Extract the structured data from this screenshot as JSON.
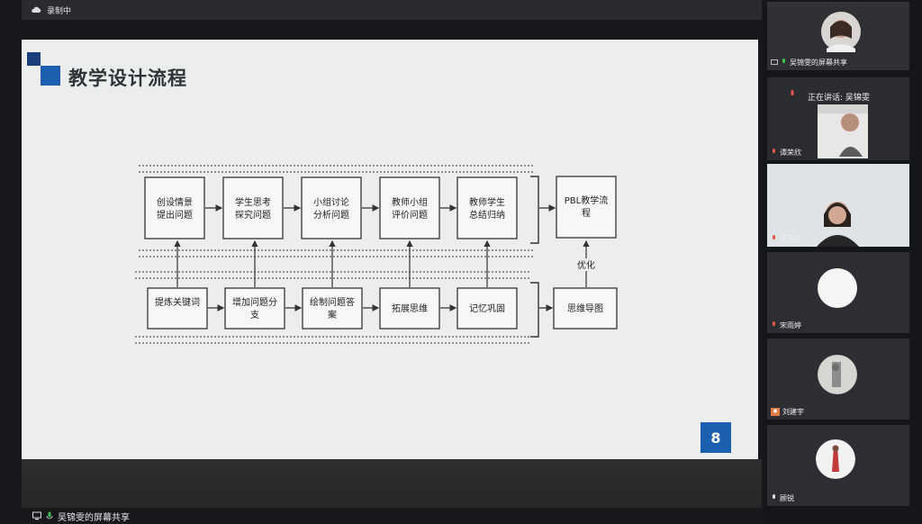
{
  "recording": {
    "label": "录制中"
  },
  "slide": {
    "title": "教学设计流程",
    "page_number": "8",
    "diagram": {
      "top_row": [
        {
          "line1": "创设情景",
          "line2": "提出问题"
        },
        {
          "line1": "学生思考",
          "line2": "探究问题"
        },
        {
          "line1": "小组讨论",
          "line2": "分析问题"
        },
        {
          "line1": "教师小组",
          "line2": "评价问题"
        },
        {
          "line1": "教师学生",
          "line2": "总结归纳"
        }
      ],
      "top_result": {
        "line1": "PBL教学流",
        "line2": "程"
      },
      "bottom_row": [
        {
          "line1": "提炼关键词",
          "line2": ""
        },
        {
          "line1": "增加问题分",
          "line2": "支"
        },
        {
          "line1": "绘制问题答",
          "line2": "案"
        },
        {
          "line1": "拓展思维",
          "line2": ""
        },
        {
          "line1": "记忆巩固",
          "line2": ""
        }
      ],
      "bottom_result": {
        "line1": "思维导图",
        "line2": ""
      },
      "optimize_label": "优化"
    }
  },
  "share": {
    "label": "吴锦雯的屏幕共享"
  },
  "participants": [
    {
      "name": "吴锦雯的屏幕共享",
      "type": "camera"
    },
    {
      "name": "谭荣欣",
      "type": "camera",
      "speaking_text": "正在讲话: 吴锦雯"
    },
    {
      "name": "任玉兰",
      "type": "camera"
    },
    {
      "name": "宋雨婷",
      "type": "avatar"
    },
    {
      "name": "刘建宇",
      "type": "avatar"
    },
    {
      "name": "顾锐",
      "type": "avatar"
    }
  ],
  "colors": {
    "accent_blue": "#1c5fb1",
    "slide_bg": "#eceeed",
    "panel_bg": "#15161a"
  }
}
